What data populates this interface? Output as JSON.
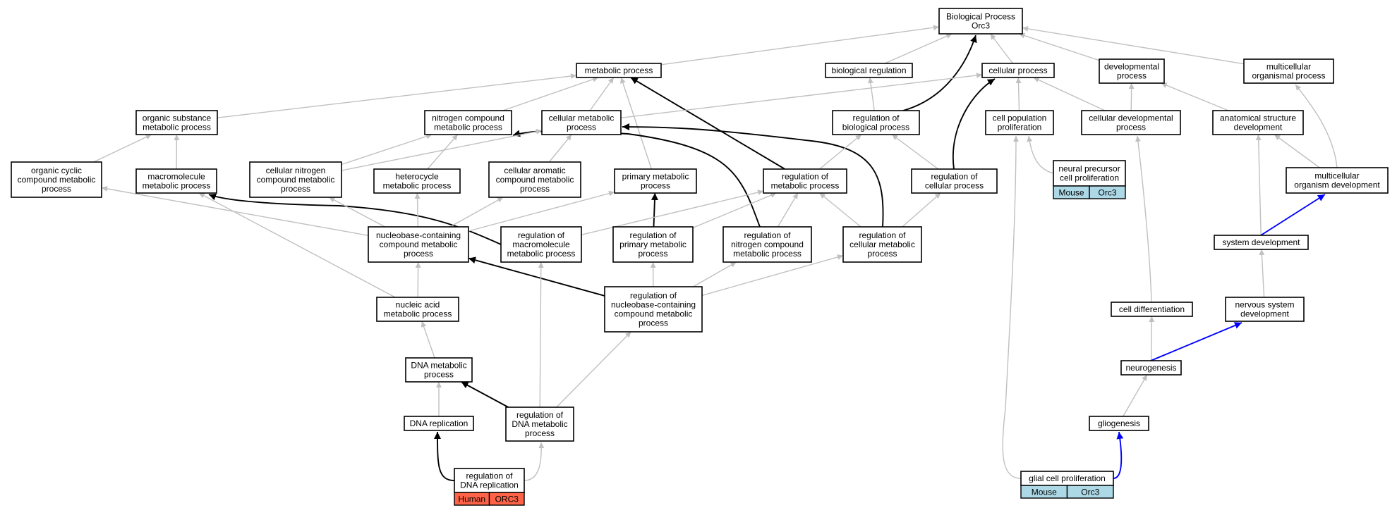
{
  "diagram": {
    "colors": {
      "edge_gray": "#c0c0c0",
      "edge_black": "#000000",
      "edge_blue": "#0000ff",
      "mouse_tag": "#add8e6",
      "human_tag": "#ff6347"
    },
    "nodes": [
      {
        "id": "bp",
        "lines": [
          "Biological Process",
          "Orc3"
        ]
      },
      {
        "id": "metabolic",
        "lines": [
          "metabolic process"
        ]
      },
      {
        "id": "bioreg",
        "lines": [
          "biological regulation"
        ]
      },
      {
        "id": "cellular",
        "lines": [
          "cellular process"
        ]
      },
      {
        "id": "devproc",
        "lines": [
          "developmental",
          "process"
        ]
      },
      {
        "id": "multiorg",
        "lines": [
          "multicellular",
          "organismal process"
        ]
      },
      {
        "id": "orgsub",
        "lines": [
          "organic substance",
          "metabolic process"
        ]
      },
      {
        "id": "nitro",
        "lines": [
          "nitrogen compound",
          "metabolic process"
        ]
      },
      {
        "id": "cellmet",
        "lines": [
          "cellular metabolic",
          "process"
        ]
      },
      {
        "id": "regbio",
        "lines": [
          "regulation of",
          "biological process"
        ]
      },
      {
        "id": "cellpop",
        "lines": [
          "cell population",
          "proliferation"
        ]
      },
      {
        "id": "celldev",
        "lines": [
          "cellular developmental",
          "process"
        ]
      },
      {
        "id": "anatdev",
        "lines": [
          "anatomical structure",
          "development"
        ]
      },
      {
        "id": "orgcyc",
        "lines": [
          "organic cyclic",
          "compound metabolic",
          "process"
        ]
      },
      {
        "id": "macro",
        "lines": [
          "macromolecule",
          "metabolic process"
        ]
      },
      {
        "id": "cellnitro",
        "lines": [
          "cellular nitrogen",
          "compound metabolic",
          "process"
        ]
      },
      {
        "id": "hetero",
        "lines": [
          "heterocycle",
          "metabolic process"
        ]
      },
      {
        "id": "cellarom",
        "lines": [
          "cellular aromatic",
          "compound metabolic",
          "process"
        ]
      },
      {
        "id": "primary",
        "lines": [
          "primary metabolic",
          "process"
        ]
      },
      {
        "id": "regmet",
        "lines": [
          "regulation of",
          "metabolic process"
        ]
      },
      {
        "id": "regcell",
        "lines": [
          "regulation of",
          "cellular process"
        ]
      },
      {
        "id": "neural",
        "lines": [
          "neural precursor",
          "cell proliferation"
        ],
        "tag": [
          "Mouse",
          "Orc3"
        ],
        "tag_species": "mouse"
      },
      {
        "id": "multidev",
        "lines": [
          "multicellular",
          "organism development"
        ]
      },
      {
        "id": "nucbase",
        "lines": [
          "nucleobase-containing",
          "compound metabolic",
          "process"
        ]
      },
      {
        "id": "regmacro",
        "lines": [
          "regulation of",
          "macromolecule",
          "metabolic process"
        ]
      },
      {
        "id": "regprim",
        "lines": [
          "regulation of",
          "primary metabolic",
          "process"
        ]
      },
      {
        "id": "regnitro",
        "lines": [
          "regulation of",
          "nitrogen compound",
          "metabolic process"
        ]
      },
      {
        "id": "regcellmet",
        "lines": [
          "regulation of",
          "cellular metabolic",
          "process"
        ]
      },
      {
        "id": "sysdev",
        "lines": [
          "system development"
        ]
      },
      {
        "id": "nucacid",
        "lines": [
          "nucleic acid",
          "metabolic process"
        ]
      },
      {
        "id": "regnucbase",
        "lines": [
          "regulation of",
          "nucleobase-containing",
          "compound metabolic",
          "process"
        ]
      },
      {
        "id": "celldiff",
        "lines": [
          "cell differentiation"
        ]
      },
      {
        "id": "nervdev",
        "lines": [
          "nervous system",
          "development"
        ]
      },
      {
        "id": "dnamet",
        "lines": [
          "DNA metabolic",
          "process"
        ]
      },
      {
        "id": "neurogen",
        "lines": [
          "neurogenesis"
        ]
      },
      {
        "id": "dnarep",
        "lines": [
          "DNA replication"
        ]
      },
      {
        "id": "regdnamet",
        "lines": [
          "regulation of",
          "DNA metabolic",
          "process"
        ]
      },
      {
        "id": "glio",
        "lines": [
          "gliogenesis"
        ]
      },
      {
        "id": "regdnarep",
        "lines": [
          "regulation of",
          "DNA replication"
        ],
        "tag": [
          "Human",
          "ORC3"
        ],
        "tag_species": "human"
      },
      {
        "id": "glial",
        "lines": [
          "glial cell proliferation"
        ],
        "tag": [
          "Mouse",
          "Orc3"
        ],
        "tag_species": "mouse"
      }
    ],
    "edges": [
      {
        "from": "metabolic",
        "to": "bp",
        "color": "gray"
      },
      {
        "from": "bioreg",
        "to": "bp",
        "color": "gray"
      },
      {
        "from": "cellular",
        "to": "bp",
        "color": "gray"
      },
      {
        "from": "devproc",
        "to": "bp",
        "color": "gray"
      },
      {
        "from": "multiorg",
        "to": "bp",
        "color": "gray"
      },
      {
        "from": "regbio",
        "to": "bp",
        "color": "black"
      },
      {
        "from": "orgsub",
        "to": "metabolic",
        "color": "gray"
      },
      {
        "from": "nitro",
        "to": "metabolic",
        "color": "gray"
      },
      {
        "from": "cellmet",
        "to": "metabolic",
        "color": "gray"
      },
      {
        "from": "primary",
        "to": "metabolic",
        "color": "gray"
      },
      {
        "from": "regmet",
        "to": "metabolic",
        "color": "black"
      },
      {
        "from": "regbio",
        "to": "bioreg",
        "color": "gray"
      },
      {
        "from": "cellmet",
        "to": "cellular",
        "color": "gray"
      },
      {
        "from": "cellpop",
        "to": "cellular",
        "color": "gray"
      },
      {
        "from": "celldev",
        "to": "cellular",
        "color": "gray"
      },
      {
        "from": "regcell",
        "to": "cellular",
        "color": "black"
      },
      {
        "from": "celldev",
        "to": "devproc",
        "color": "gray"
      },
      {
        "from": "anatdev",
        "to": "devproc",
        "color": "gray"
      },
      {
        "from": "multidev",
        "to": "multiorg",
        "color": "gray"
      },
      {
        "from": "orgcyc",
        "to": "orgsub",
        "color": "gray"
      },
      {
        "from": "macro",
        "to": "orgsub",
        "color": "gray"
      },
      {
        "from": "cellnitro",
        "to": "nitro",
        "color": "gray"
      },
      {
        "from": "hetero",
        "to": "nitro",
        "color": "gray"
      },
      {
        "from": "regnitro",
        "to": "nitro",
        "color": "black"
      },
      {
        "from": "cellnitro",
        "to": "cellmet",
        "color": "gray"
      },
      {
        "from": "cellarom",
        "to": "cellmet",
        "color": "gray"
      },
      {
        "from": "regcellmet",
        "to": "cellmet",
        "color": "black"
      },
      {
        "from": "regmet",
        "to": "regbio",
        "color": "gray"
      },
      {
        "from": "regcell",
        "to": "regbio",
        "color": "gray"
      },
      {
        "from": "neural",
        "to": "cellpop",
        "color": "gray"
      },
      {
        "from": "celldiff",
        "to": "celldev",
        "color": "gray"
      },
      {
        "from": "multidev",
        "to": "anatdev",
        "color": "gray"
      },
      {
        "from": "sysdev",
        "to": "anatdev",
        "color": "gray"
      },
      {
        "from": "nucbase",
        "to": "orgcyc",
        "color": "gray"
      },
      {
        "from": "regmacro",
        "to": "macro",
        "color": "black"
      },
      {
        "from": "nucacid",
        "to": "macro",
        "color": "gray"
      },
      {
        "from": "nucbase",
        "to": "cellnitro",
        "color": "gray"
      },
      {
        "from": "nucbase",
        "to": "hetero",
        "color": "gray"
      },
      {
        "from": "nucbase",
        "to": "cellarom",
        "color": "gray"
      },
      {
        "from": "nucbase",
        "to": "primary",
        "color": "gray"
      },
      {
        "from": "regprim",
        "to": "primary",
        "color": "black"
      },
      {
        "from": "regmacro",
        "to": "regmet",
        "color": "gray"
      },
      {
        "from": "regprim",
        "to": "regmet",
        "color": "gray"
      },
      {
        "from": "regnitro",
        "to": "regmet",
        "color": "gray"
      },
      {
        "from": "regcellmet",
        "to": "regmet",
        "color": "gray"
      },
      {
        "from": "regcellmet",
        "to": "regcell",
        "color": "gray"
      },
      {
        "from": "sysdev",
        "to": "multidev",
        "color": "blue"
      },
      {
        "from": "nucacid",
        "to": "nucbase",
        "color": "gray"
      },
      {
        "from": "regnucbase",
        "to": "nucbase",
        "color": "black"
      },
      {
        "from": "regdnamet",
        "to": "regmacro",
        "color": "gray"
      },
      {
        "from": "regnucbase",
        "to": "regprim",
        "color": "gray"
      },
      {
        "from": "regnucbase",
        "to": "regnitro",
        "color": "gray"
      },
      {
        "from": "regnucbase",
        "to": "regcellmet",
        "color": "gray"
      },
      {
        "from": "nervdev",
        "to": "sysdev",
        "color": "gray"
      },
      {
        "from": "dnamet",
        "to": "nucacid",
        "color": "gray"
      },
      {
        "from": "regdnamet",
        "to": "regnucbase",
        "color": "gray"
      },
      {
        "from": "neurogen",
        "to": "celldiff",
        "color": "gray"
      },
      {
        "from": "neurogen",
        "to": "nervdev",
        "color": "blue"
      },
      {
        "from": "dnarep",
        "to": "dnamet",
        "color": "gray"
      },
      {
        "from": "regdnamet",
        "to": "dnamet",
        "color": "black"
      },
      {
        "from": "glio",
        "to": "neurogen",
        "color": "gray"
      },
      {
        "from": "regdnarep",
        "to": "dnarep",
        "color": "black"
      },
      {
        "from": "regdnarep",
        "to": "regdnamet",
        "color": "gray"
      },
      {
        "from": "glial",
        "to": "glio",
        "color": "blue"
      },
      {
        "from": "glial",
        "to": "cellpop",
        "color": "gray"
      }
    ]
  }
}
